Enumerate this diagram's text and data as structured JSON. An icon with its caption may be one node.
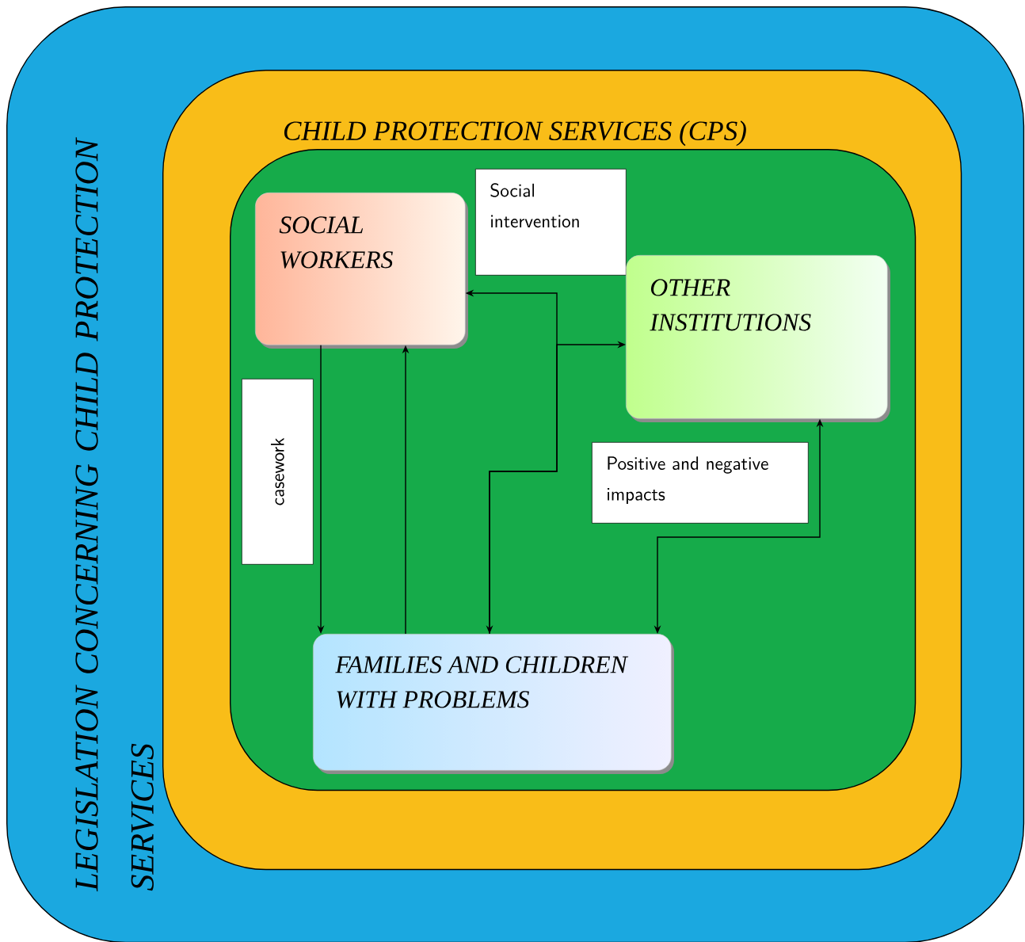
{
  "diagram": {
    "nodes": [
      {
        "text": [
          "LEGISLATION CONCERNING CHILD PROTECTION SERVICES"
        ]
      },
      {
        "text": [
          "CHILD PROTECTION SERVICES (CPS)"
        ],
        "in": 0
      },
      {
        "text": [],
        "shape": "box",
        "in": 1
      },
      {
        "text": [
          "SOCIAL WORKERS"
        ],
        "in": 2
      },
      {
        "text": [
          "Social intervention"
        ],
        "in": 2
      },
      {
        "text": [
          "OTHER INSTITUTIONS"
        ],
        "in": 2
      },
      {
        "text": [
          "casework"
        ],
        "in": 2
      },
      {
        "text": [
          "Positive and negative impacts"
        ],
        "in": 2
      },
      {
        "text": [
          "FAMILIES AND CHILDREN WITH PROBLEMS"
        ],
        "in": 2
      }
    ],
    "edges": [
      {
        "from": 3,
        "to": 8,
        "arrow": "to"
      },
      {
        "from": 8,
        "to": 3,
        "arrow": "to"
      },
      {
        "from": 3,
        "to": 8,
        "arrow": "both"
      },
      {
        "from": 8,
        "to": 5,
        "arrow": "to"
      },
      {
        "from": 5,
        "to": 8,
        "arrow": "both"
      }
    ]
  }
}
